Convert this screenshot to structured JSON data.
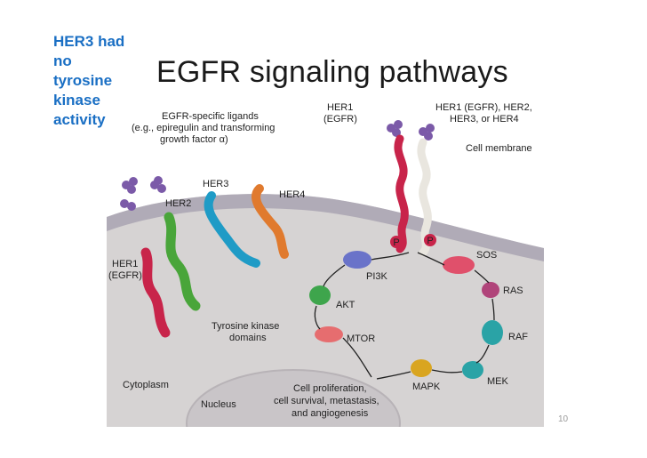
{
  "side_note": {
    "lines": [
      "HER3 had",
      "no",
      "tyrosine",
      "kinase",
      "activity"
    ]
  },
  "title": "EGFR signaling pathways",
  "page_number": "10",
  "diagram": {
    "ligands_label": [
      "EGFR-specific ligands",
      "(e.g., epiregulin and transforming",
      "growth factor α)"
    ],
    "her1_top": [
      "HER1",
      "(EGFR)"
    ],
    "her_partners": [
      "HER1 (EGFR), HER2,",
      "HER3, or HER4"
    ],
    "cell_membrane": "Cell membrane",
    "her3": "HER3",
    "her4": "HER4",
    "her2": "HER2",
    "her1_left": [
      "HER1",
      "(EGFR)"
    ],
    "phospho": "P",
    "pi3k": "PI3K",
    "akt": "AKT",
    "mtor": "MTOR",
    "sos": "SOS",
    "ras": "RAS",
    "raf": "RAF",
    "mek": "MEK",
    "mapk": "MAPK",
    "tk_domains": [
      "Tyrosine kinase",
      "domains"
    ],
    "cytoplasm": "Cytoplasm",
    "nucleus": "Nucleus",
    "outcome": [
      "Cell proliferation,",
      "cell survival, metastasis,",
      "and angiogenesis"
    ]
  },
  "colors": {
    "side_note": "#1a6fc4",
    "cytoplasm_bg": "#d6d3d3",
    "membrane": "#a9a3b2",
    "nucleus": "#c9c5c8",
    "her1": "#c8244a",
    "her2": "#49a53a",
    "her3": "#1f9bc6",
    "her4": "#e07a2e",
    "partner": "#e9e6df",
    "ligand": "#7b5aa8",
    "pi3k": "#6a73c9",
    "akt": "#3ea54c",
    "mtor": "#e66d6f",
    "sos": "#e0506b",
    "ras": "#b0447a",
    "raf": "#2aa3a6",
    "mek": "#2aa3a6",
    "mapk": "#d9a520"
  }
}
